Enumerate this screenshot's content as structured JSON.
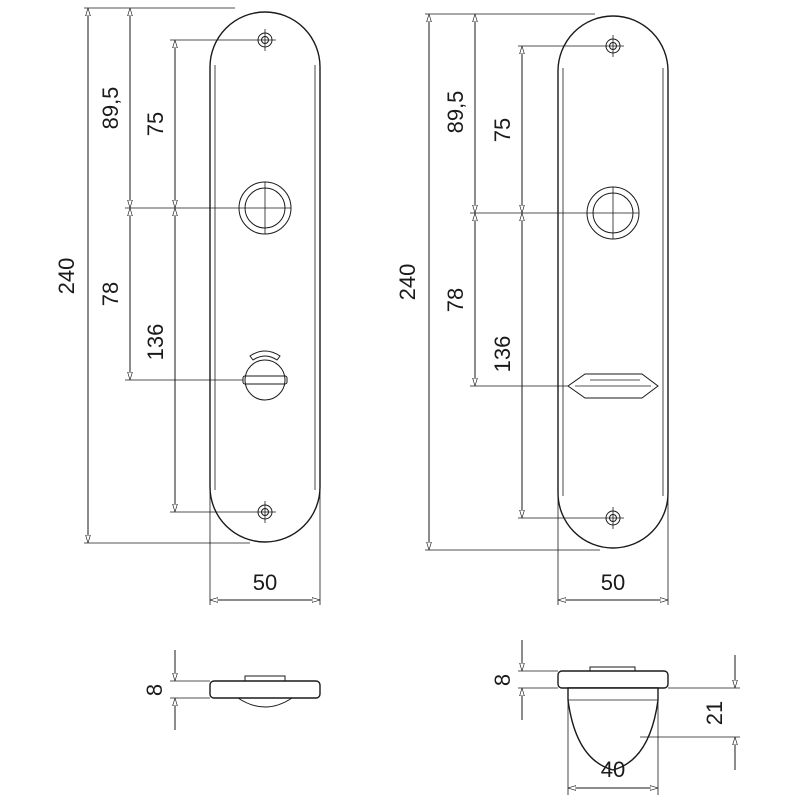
{
  "left_view": {
    "dims": {
      "overall_height": "240",
      "upper_offset": "89,5",
      "screw_to_spindle": "75",
      "spindle_to_turn": "78",
      "spindle_to_lower_screw": "136",
      "width": "50",
      "thickness": "8"
    }
  },
  "right_view": {
    "dims": {
      "overall_height": "240",
      "upper_offset": "89,5",
      "screw_to_spindle": "75",
      "spindle_to_turn": "78",
      "spindle_to_lower_screw": "136",
      "width": "50",
      "thickness": "8",
      "knob_projection": "21",
      "knob_width": "40"
    }
  }
}
